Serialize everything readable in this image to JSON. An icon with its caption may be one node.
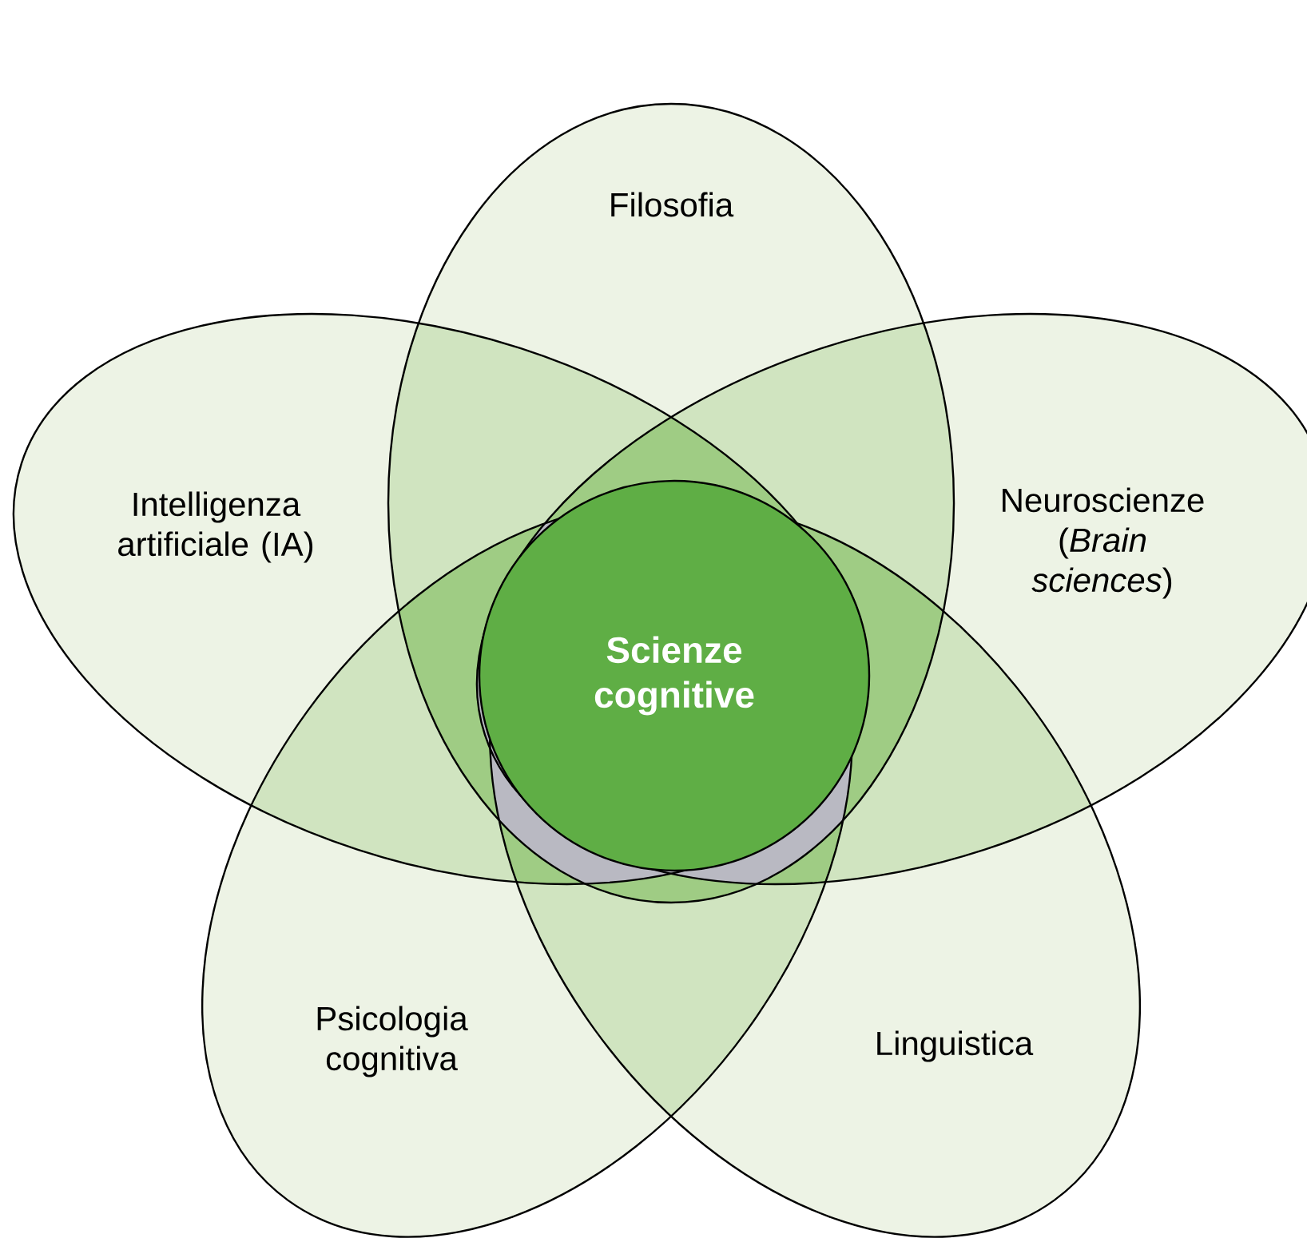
{
  "diagram": {
    "nodes": [
      {
        "text": [
          "Filosofia"
        ]
      },
      {
        "text": [
          "Intelligenza artificiale (IA)"
        ]
      },
      {
        "text": [
          "Neuroscienze (*Brain sciences*)"
        ]
      },
      {
        "text": [
          "Psicologia cognitiva"
        ]
      },
      {
        "text": [
          "Linguistica"
        ]
      },
      {
        "text": [
          "Scienze cognitive"
        ]
      }
    ]
  }
}
